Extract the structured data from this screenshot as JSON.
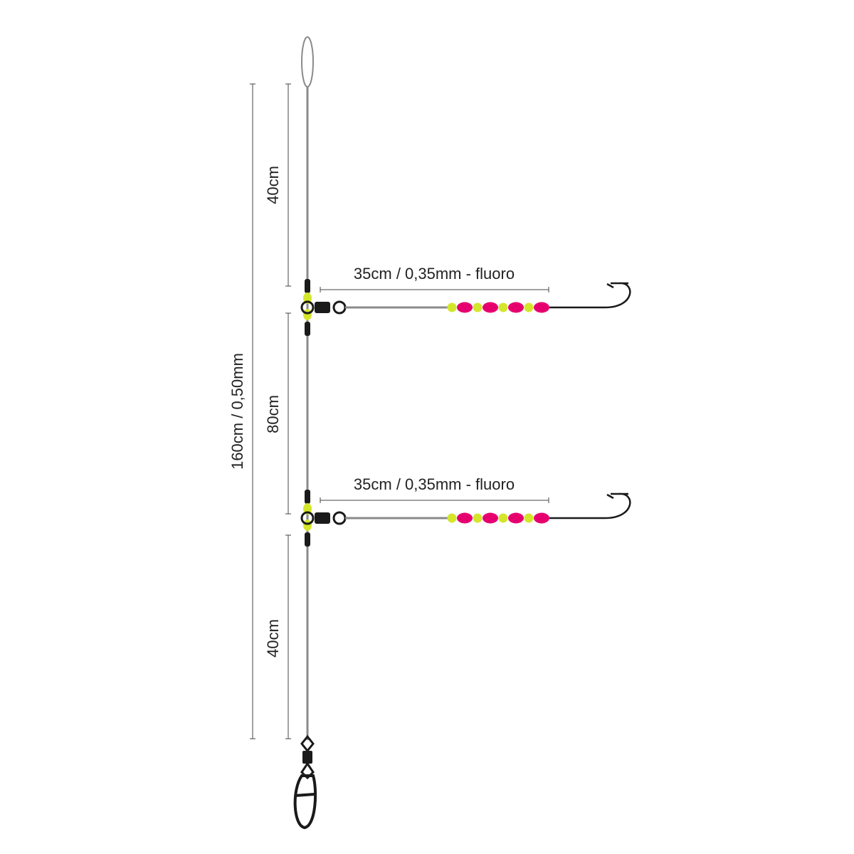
{
  "labels": {
    "total": "160cm / 0,50mm",
    "top_segment": "40cm",
    "middle_segment": "80cm",
    "bottom_segment": "40cm",
    "branch_1": "35cm / 0,35mm - fluoro",
    "branch_2": "35cm / 0,35mm - fluoro"
  },
  "colors": {
    "line": "#8a8a8a",
    "dimension": "#444444",
    "hardware": "#1a1a1a",
    "bead_yellow": "#d4e62c",
    "bead_pink": "#e6006f"
  }
}
